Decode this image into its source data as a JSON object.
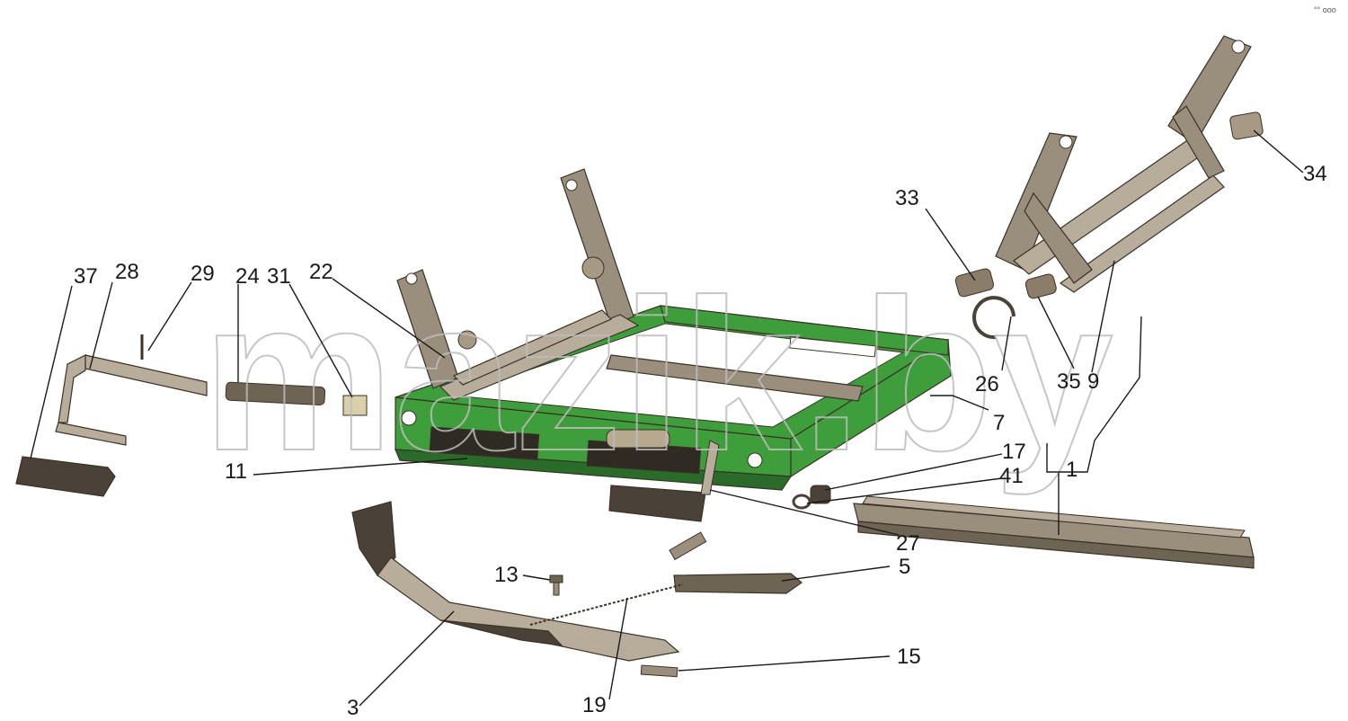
{
  "watermark": "mazik.by",
  "corner_mark": "°° ooo",
  "colors": {
    "frame_green": "#3f9e3c",
    "frame_dark": "#2a6b2a",
    "metal": "#9a8e7c",
    "metal_dark": "#5e5546",
    "handle": "#4a4238"
  },
  "callouts": [
    "37",
    "28",
    "29",
    "24",
    "31",
    "22",
    "33",
    "34",
    "26",
    "35",
    "9",
    "7",
    "17",
    "41",
    "11",
    "1",
    "27",
    "5",
    "13",
    "15",
    "3",
    "19"
  ]
}
